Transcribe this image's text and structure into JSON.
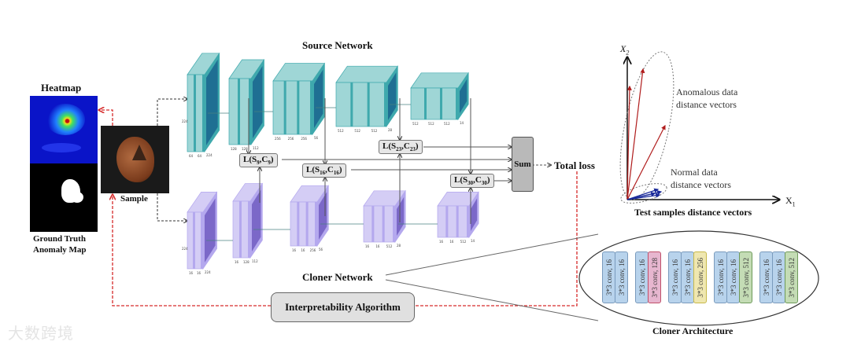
{
  "diagram": {
    "left_panel": {
      "heatmap_label": "Heatmap",
      "ground_truth_label_line1": "Ground Truth",
      "ground_truth_label_line2": "Anomaly Map",
      "sample_label": "Sample"
    },
    "source_network": {
      "title": "Source Network",
      "input_dim": "224",
      "blocks": [
        {
          "dims": [
            "64",
            "64"
          ],
          "side": "224"
        },
        {
          "dims": [
            "128",
            "128"
          ],
          "side": "112"
        },
        {
          "dims": [
            "256",
            "256",
            "256"
          ],
          "side": "56"
        },
        {
          "dims": [
            "512",
            "512",
            "512"
          ],
          "side": "28"
        },
        {
          "dims": [
            "512",
            "512",
            "512"
          ],
          "side": "14"
        }
      ],
      "colors": {
        "light": "#9fd6d6",
        "mid": "#3fa9ad",
        "dark": "#1f6f93"
      }
    },
    "cloner_network": {
      "title": "Cloner Network",
      "input_dim": "224",
      "blocks": [
        {
          "dims": [
            "16",
            "16"
          ],
          "side": "224"
        },
        {
          "dims": [
            "16",
            "128"
          ],
          "side": "112"
        },
        {
          "dims": [
            "16",
            "16",
            "256"
          ],
          "side": "56"
        },
        {
          "dims": [
            "16",
            "16",
            "512"
          ],
          "side": "28"
        },
        {
          "dims": [
            "16",
            "16",
            "512"
          ],
          "side": "14"
        }
      ],
      "colors": {
        "light": "#d4cdf5",
        "mid": "#b4a8ee",
        "dark": "#7b68c8"
      }
    },
    "losses": [
      {
        "L": "L(",
        "S": "S",
        "s_sub": "9",
        "C": "C",
        "c_sub": "9"
      },
      {
        "L": "L(",
        "S": "S",
        "s_sub": "16",
        "C": "C",
        "c_sub": "16"
      },
      {
        "L": "L(",
        "S": "S",
        "s_sub": "23",
        "C": "C",
        "c_sub": "23"
      },
      {
        "L": "L(",
        "S": "S",
        "s_sub": "30",
        "C": "C",
        "c_sub": "30"
      }
    ],
    "sum_label": "Sum",
    "total_loss_label": "Total loss",
    "interpretability_label": "Interpretability Algorithm",
    "vector_plot": {
      "x_axis": "X",
      "x_sub": "1",
      "y_axis": "X",
      "y_sub": "2",
      "anomalous_label_line1": "Anomalous data",
      "anomalous_label_line2": "distance vectors",
      "normal_label_line1": "Normal data",
      "normal_label_line2": "distance vectors",
      "caption": "Test samples distance vectors",
      "anomalous_color": "#b01c1c",
      "normal_color": "#1a2a9a"
    },
    "cloner_architecture": {
      "caption": "Cloner Architecture",
      "groups": [
        [
          {
            "text": "3*3 conv, 16",
            "color": "#b8d3ec"
          },
          {
            "text": "3*3 conv, 16",
            "color": "#b8d3ec"
          }
        ],
        [
          {
            "text": "3*3 conv, 16",
            "color": "#b8d3ec"
          },
          {
            "text": "3*3 conv, 128",
            "color": "#e7b6cf"
          }
        ],
        [
          {
            "text": "3*3 conv, 16",
            "color": "#b8d3ec"
          },
          {
            "text": "3*3 conv, 16",
            "color": "#b8d3ec"
          },
          {
            "text": "3*3 conv, 256",
            "color": "#efe7b0"
          }
        ],
        [
          {
            "text": "3*3 conv, 16",
            "color": "#b8d3ec"
          },
          {
            "text": "3*3 conv, 16",
            "color": "#b8d3ec"
          },
          {
            "text": "3*3 conv, 512",
            "color": "#c4dcb5"
          }
        ],
        [
          {
            "text": "3*3 conv, 16",
            "color": "#b8d3ec"
          },
          {
            "text": "3*3 conv, 16",
            "color": "#b8d3ec"
          },
          {
            "text": "3*3 conv, 512",
            "color": "#c4dcb5"
          }
        ]
      ]
    },
    "watermark": "大数跨境",
    "feedback_line_color": "#d62a2a"
  }
}
